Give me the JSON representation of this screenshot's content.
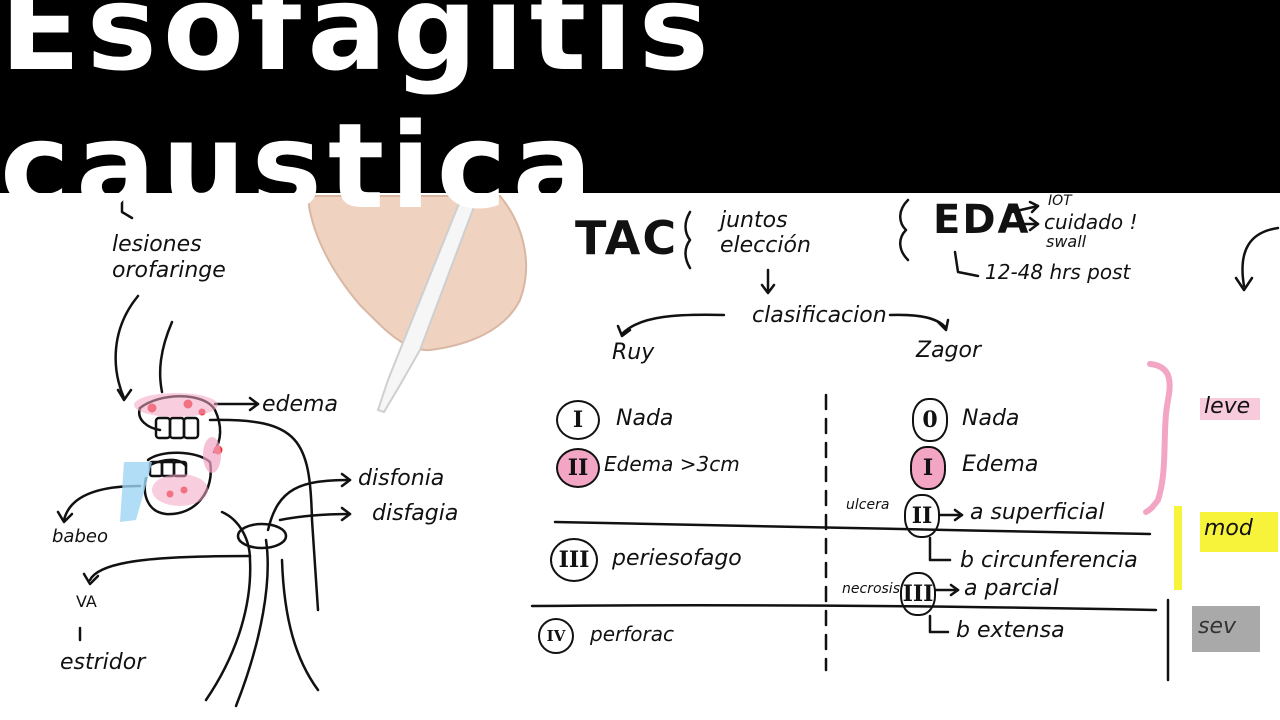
{
  "title": "Esofagitis caustica",
  "left": {
    "lesiones": "lesiones\norofaringe",
    "edema": "edema",
    "disfonia": "disfonia",
    "disfagia": "disfagia",
    "babeo": "babeo",
    "va": "VA",
    "estridor": "estridor"
  },
  "top": {
    "tac": "TAC",
    "juntos": "juntos\nelección",
    "eda": "EDA",
    "eda_items": [
      "IOT",
      "cuidado !",
      "swall"
    ],
    "eda_time": "12-48 hrs post",
    "clasificacion": "clasificacion"
  },
  "columns": {
    "left": "Ruy",
    "right": "Zagor"
  },
  "ruy": [
    {
      "grade": "I",
      "text": "Nada",
      "pink": false
    },
    {
      "grade": "II",
      "text": "Edema >3cm",
      "pink": true
    },
    {
      "grade": "III",
      "text": "periesofago",
      "pink": false
    },
    {
      "grade": "IV",
      "text": "perforac",
      "pink": false
    }
  ],
  "zargar": [
    {
      "grade": "0",
      "text": "Nada",
      "pink": false
    },
    {
      "grade": "I",
      "text": "Edema",
      "pink": true
    },
    {
      "grade": "II",
      "text": "a superficial",
      "side": "ulcera",
      "pink": false
    },
    {
      "grade": "",
      "text": "b circunferencia",
      "pink": false
    },
    {
      "grade": "III",
      "text": "a parcial",
      "side": "necrosis",
      "pink": false
    },
    {
      "grade": "",
      "text": "b extensa",
      "pink": false
    }
  ],
  "right_edge": {
    "leve": "leve",
    "mod": "mod",
    "severo": "sev"
  },
  "colors": {
    "header": "#000000",
    "pink": "#f2a6c4",
    "yellow": "#f7f23a",
    "gray": "#9a9a9a",
    "ink": "#111111"
  }
}
